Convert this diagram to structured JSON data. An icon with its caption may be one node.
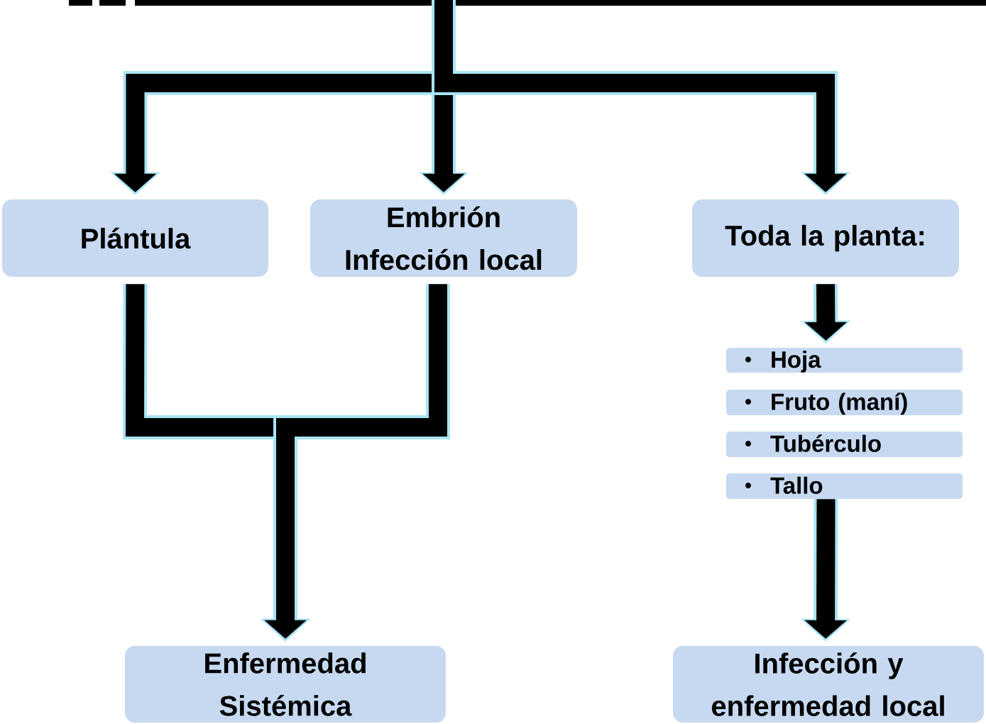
{
  "diagram": {
    "nodes": [
      {
        "text": [
          "Plántula"
        ]
      },
      {
        "text": [
          "Embrión",
          "Infección local"
        ]
      },
      {
        "text": [
          "Toda la planta:"
        ]
      },
      {
        "text": [
          "Hoja"
        ]
      },
      {
        "text": [
          "Fruto (maní)"
        ]
      },
      {
        "text": [
          "Tubérculo"
        ]
      },
      {
        "text": [
          "Tallo"
        ]
      },
      {
        "text": [
          "Enfermedad Sistémica"
        ]
      },
      {
        "text": [
          "Infección y enfermedad local"
        ]
      }
    ],
    "edges": [
      {
        "from": null,
        "to": 0,
        "arrow": "to"
      },
      {
        "from": null,
        "to": 1,
        "arrow": "to"
      },
      {
        "from": null,
        "to": 2,
        "arrow": "to"
      },
      {
        "from": 2,
        "to": 3,
        "arrow": "to"
      },
      {
        "from": 6,
        "to": 8,
        "arrow": "to"
      },
      {
        "from": 0,
        "to": 7,
        "arrow": "to"
      },
      {
        "from": 1,
        "to": 7,
        "arrow": "to"
      }
    ]
  }
}
